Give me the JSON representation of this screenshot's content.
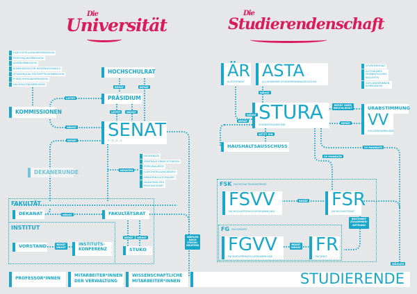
{
  "titles": {
    "uni_die": "Die",
    "uni_main": "Universität",
    "stud_die": "Die",
    "stud_main": "Studierendenschaft"
  },
  "colors": {
    "accent": "#19a7c9",
    "title": "#d81b5a",
    "background": "#e6e7e8",
    "box": "#ffffff"
  },
  "university": {
    "commissions_list": [
      "GLEICHSTELLUNGSKOMMISSION",
      "PERSONALKOMMISSION",
      "LEHRKOMMISSION",
      "KOMMISSION FÜR INTERNATIONALES",
      "STUDIENQUALITÄTSMITTELKOMMISSION",
      "FORSCHUNGSKOMMISSION",
      "HAUSHALTSKOMMISSION"
    ],
    "kommissionen": "KOMMISSIONEN",
    "hochschulrat": "HOCHSCHULRAT",
    "praesidium": "PRÄSIDIUM",
    "senat": "SENAT",
    "senat_sub": "7 : 2 : 2 : 2",
    "dekanerunde": "DEKANERUNDE",
    "admin_list": [
      "DEZERNATE",
      "ZENTRALE EINRICHTUNGEN",
      "PERSONALRÄTE",
      "GLEICHSTELLUNGSBÜRO",
      "IMMATRIKULATIONSAMT",
      "AKADEMISCHES\nPRÜFUNGSAMT"
    ],
    "fakultaet_label": "FAKULTÄT",
    "dekanat": "DEKANAT",
    "fakultaetsrat": "FAKULTÄTSRAT",
    "institut_label": "INSTITUT",
    "vorstand": "VORSTAND",
    "institutskonferenz": "INSTITUTS-\nKONFERENZ",
    "stuko": "STUKO",
    "tags": {
      "leitet_komm": "LEITET",
      "waehlt_komm": "WÄHLT",
      "beraet_hsr1": "BERÄT",
      "beraet_hsr2": "BERÄT",
      "leitet_praes": "LEITET",
      "waehlt_praes": "WÄHLT",
      "beraet_dek": "BERÄT",
      "beraten": "BERATEN",
      "waehlt_dekanat": "WÄHLT",
      "beraet_waehlt_inst": "BERÄT\nWÄHLT",
      "beraet_stuko": "BERÄT",
      "waehlt_stuko": "WÄHLT",
      "waehlen_status": "WÄHLEN\nNACH\nSTATUS-\nGRUPPEN"
    }
  },
  "student_body": {
    "aer": "ÄR",
    "aer_sub": "ÄLTESTENRAT",
    "asta": "ASTA",
    "asta_sub": "ALLGEMEINER STUDIERENDENAUSSCHUSS",
    "referate_list": [
      "SPORTREFERAT",
      "AUTONOMES\nFEMINISTISCHES\nKOLLEKTIV",
      "AUSLÄNDERINNEN-\nKOMMISSION"
    ],
    "stura": "STURA",
    "stura_sub": "STUDENTISCHER RAT",
    "urabstimmung": "URABSTIMMUNG",
    "vv": "VV",
    "vv_sub": "VOLLVERSAMMLUNG",
    "haushaltsausschuss": "HAUSHALTSAUSSCHUSS",
    "fsk_label": "FSK",
    "fsk_sub": "FACHSCHAFTENKONFERENZ",
    "fsvv": "FSVV",
    "fsvv_sub": "FACHSCHAFTENVOLLVERSAMMLUNG",
    "fsr": "FSR",
    "fsr_sub": "FACHSCHAFTSRAT",
    "fg_label": "FG",
    "fg_sub": "FACHGRUPPE",
    "fgvv": "FGVV",
    "fgvv_sub": "FACHGRUPPENVOLLVERSAMMLUNG",
    "fr": "FR",
    "fr_sub": "FACHRAT",
    "tags": {
      "waehlt_asta": "WÄHLT",
      "waehlt_stura": "WÄHLT",
      "beraet_stura": "BERÄT",
      "beraet_beschliesst": "BERÄT ODER\nBESCHLIESST",
      "beraet_vv": "BERÄT",
      "setzt_ein": "SETZT EIN",
      "mandate_29": "29 MANDATE",
      "mandate_30": "30 MANDATE",
      "beraet_fsk": "BERÄT",
      "bestimmt": "BESTIMMT\nZUSAMMEN-\nSETZUNG",
      "beraet_waehlt_fg": "BERÄT\nWÄHLT",
      "waehlen": "WÄHLEN"
    }
  },
  "bottom": {
    "professoren": "PROFESSOR*INNEN",
    "mitarbeiter_verwaltung": "MITARBEITER*INNEN\nDER VERWALTUNG",
    "wiss_mitarbeiter": "WISSENSCHAFTLICHE\nMITARBEITER*INNEN",
    "studierende": "STUDIERENDE"
  }
}
